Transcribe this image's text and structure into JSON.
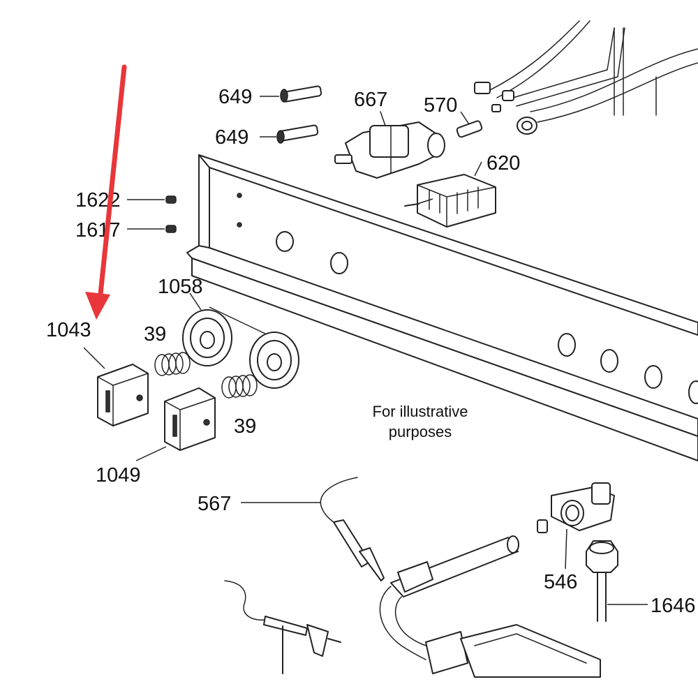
{
  "parts": {
    "p649a": "649",
    "p649b": "649",
    "p667": "667",
    "p570": "570",
    "p620": "620",
    "p1622": "1622",
    "p1617": "1617",
    "p1058": "1058",
    "p1043": "1043",
    "p39a": "39",
    "p39b": "39",
    "p1049": "1049",
    "p567": "567",
    "p546": "546",
    "p1646": "1646"
  },
  "note": {
    "line1": "For illustrative",
    "line2": "purposes"
  },
  "colors": {
    "arrow": "#e8363a",
    "line": "#222222",
    "background": "#ffffff"
  }
}
